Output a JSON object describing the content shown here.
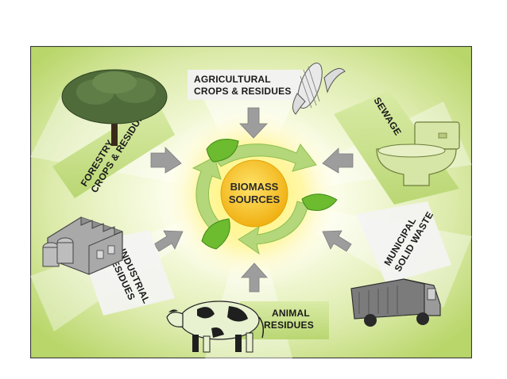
{
  "center": {
    "line1": "BIOMASS",
    "line2": "SOURCES"
  },
  "sources": {
    "agricultural": {
      "line1": "AGRICULTURAL",
      "line2": "CROPS & RESIDUES",
      "icon": "corn-icon"
    },
    "sewage": {
      "line1": "SEWAGE",
      "icon": "toilet-icon"
    },
    "municipal": {
      "line1": "MUNICIPAL",
      "line2": "SOLID WASTE",
      "icon": "garbage-truck-icon"
    },
    "animal": {
      "line1": "ANIMAL",
      "line2": "RESIDUES",
      "icon": "cow-icon"
    },
    "industrial": {
      "line1": "INDUSTRIAL",
      "line2": "RESIDUES",
      "icon": "factory-icon"
    },
    "forestry": {
      "line1": "FORESTRY",
      "line2": "CROPS & RESIDUES",
      "icon": "tree-icon"
    }
  },
  "colors": {
    "background": "#cfe48a",
    "center_glow": "#fff36a",
    "center_disc": "#f5c21b",
    "leaf": "#6dbb2e",
    "cycle_arrow": "#a8d06a",
    "arrow": "#9a9a9a"
  }
}
